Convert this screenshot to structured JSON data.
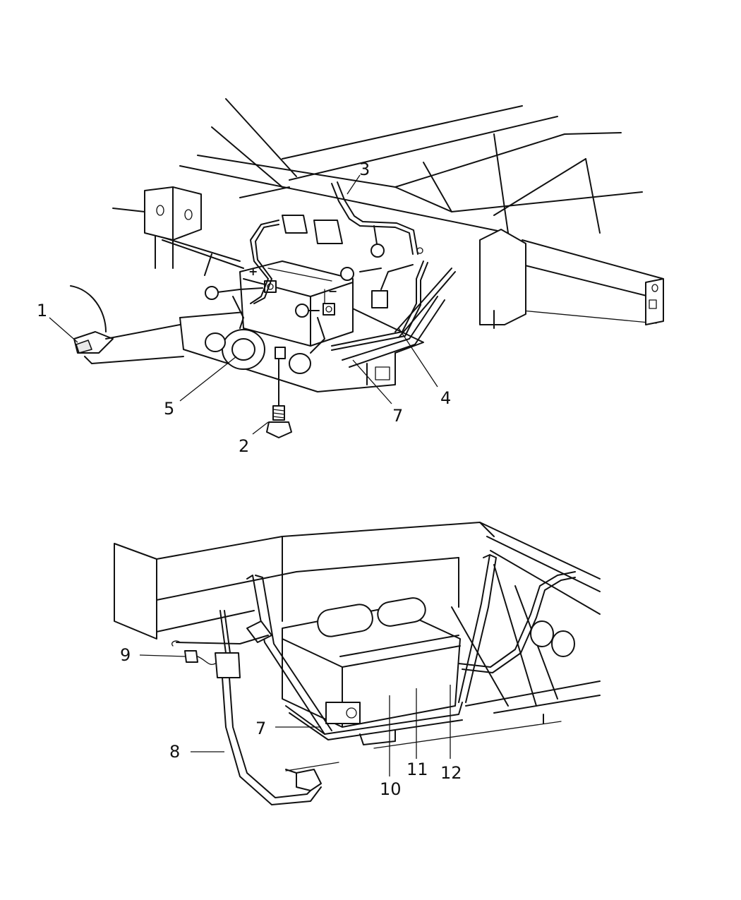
{
  "callouts": {
    "c1": "1",
    "c2": "2",
    "c3": "3",
    "c4": "4",
    "c5": "5",
    "c7a": "7",
    "c7b": "7",
    "c8": "8",
    "c9": "9",
    "c10": "10",
    "c11": "11",
    "c12": "12"
  },
  "terminal_symbols": {
    "positive": "+",
    "negative": "−"
  },
  "colors": {
    "line": "#111111",
    "background": "#ffffff"
  }
}
